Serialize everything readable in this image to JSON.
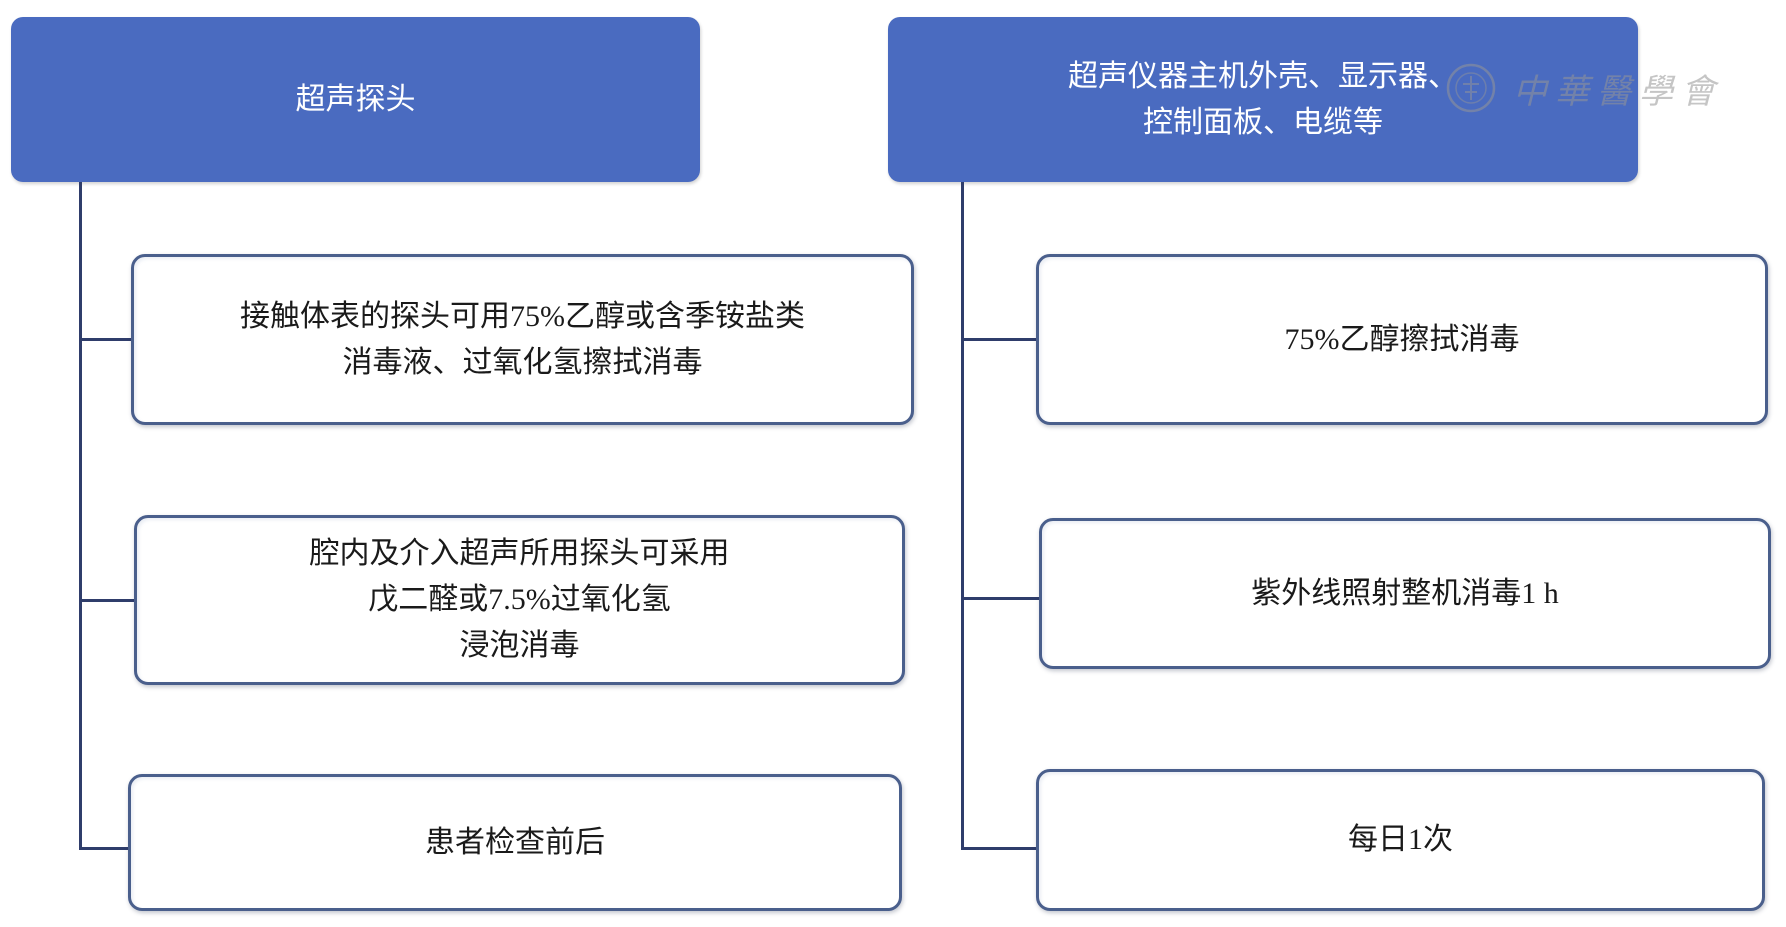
{
  "columns": [
    {
      "header": [
        "超声探头"
      ],
      "items": [
        {
          "lines": [
            "接触体表的探头可用75%乙醇或含季铵盐类",
            "消毒液、过氧化氢擦拭消毒"
          ]
        },
        {
          "lines": [
            "腔内及介入超声所用探头可采用",
            "戊二醛或7.5%过氧化氢",
            "浸泡消毒"
          ]
        },
        {
          "lines": [
            "患者检查前后"
          ]
        }
      ]
    },
    {
      "header": [
        "超声仪器主机外壳、显示器、",
        "控制面板、电缆等"
      ],
      "items": [
        {
          "lines": [
            "75%乙醇擦拭消毒"
          ]
        },
        {
          "lines": [
            "紫外线照射整机消毒1 h"
          ]
        },
        {
          "lines": [
            "每日1次"
          ]
        }
      ]
    }
  ],
  "watermark": "中華醫學會",
  "colors": {
    "header_fill": "#4a6bc0",
    "header_text": "#ffffff",
    "box_border": "#4a5f8c",
    "connector": "#2f3d6b"
  }
}
